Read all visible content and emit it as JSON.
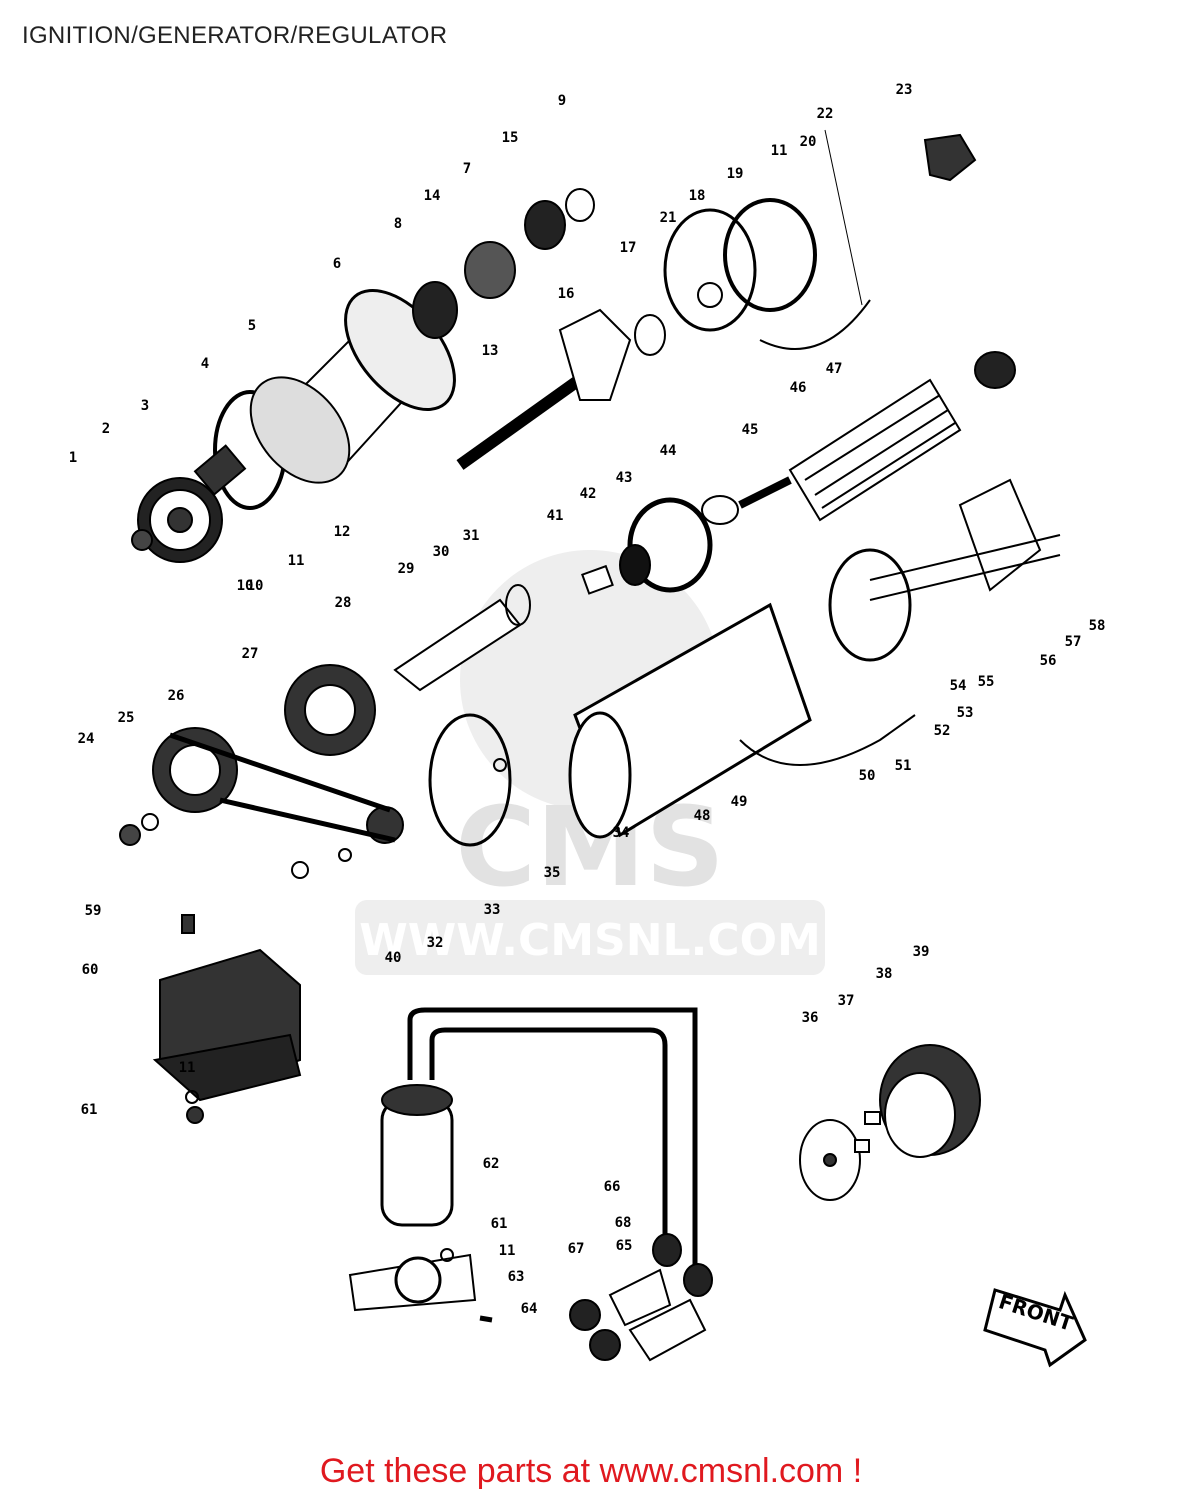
{
  "title": "IGNITION/GENERATOR/REGULATOR",
  "watermark": {
    "logo": "CMS",
    "url": "WWW.CMSNL.COM"
  },
  "front_label": "FRONT",
  "footer": "Get these parts at www.cmsnl.com !",
  "colors": {
    "footer": "#e0191f",
    "ink": "#000000",
    "watermark": "#e6e6e6"
  },
  "callouts": [
    "1",
    "2",
    "3",
    "4",
    "5",
    "6",
    "7",
    "8",
    "9",
    "10",
    "11",
    "12",
    "13",
    "14",
    "15",
    "16",
    "17",
    "18",
    "19",
    "20",
    "21",
    "22",
    "23",
    "24",
    "25",
    "26",
    "27",
    "28",
    "29",
    "30",
    "31",
    "32",
    "33",
    "34",
    "35",
    "36",
    "37",
    "38",
    "39",
    "40",
    "41",
    "42",
    "43",
    "44",
    "45",
    "46",
    "47",
    "48",
    "49",
    "50",
    "51",
    "52",
    "53",
    "54",
    "55",
    "56",
    "57",
    "58",
    "59",
    "60",
    "61",
    "62",
    "63",
    "64",
    "65",
    "66",
    "67",
    "68"
  ]
}
